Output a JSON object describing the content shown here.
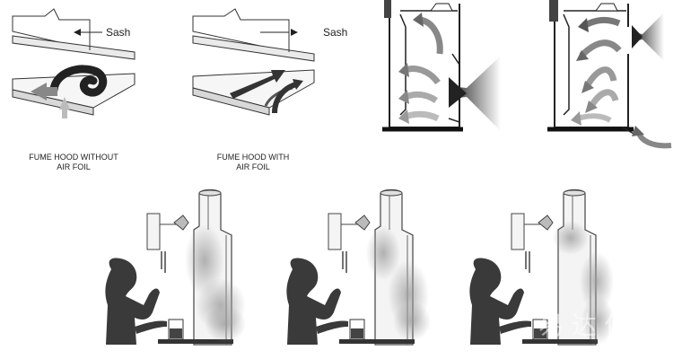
{
  "top_panels": {
    "sash_label_1": "Sash",
    "sash_label_2": "Sash",
    "caption_without": [
      "FUME HOOD WITHOUT",
      "AIR FOIL"
    ],
    "caption_with": [
      "FUME HOOD WITH",
      "AIR FOIL"
    ]
  },
  "watermark": "易 达 仪 佳"
}
